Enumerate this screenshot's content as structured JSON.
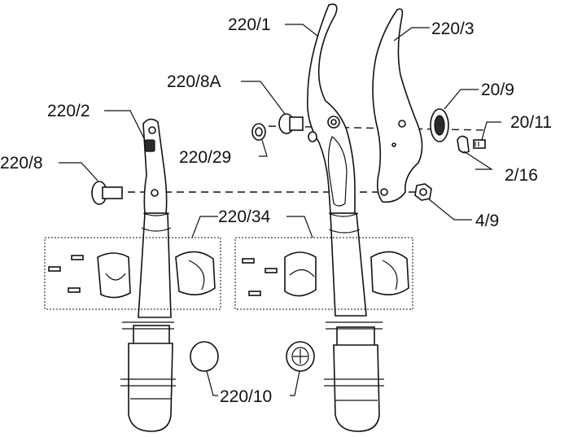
{
  "labels": {
    "l_220_1": "220/1",
    "l_220_3": "220/3",
    "l_220_8A": "220/8A",
    "l_20_9": "20/9",
    "l_220_2": "220/2",
    "l_20_11": "20/11",
    "l_220_29": "220/29",
    "l_220_8": "220/8",
    "l_2_16": "2/16",
    "l_220_34": "220/34",
    "l_4_9": "4/9",
    "l_220_10": "220/10"
  }
}
